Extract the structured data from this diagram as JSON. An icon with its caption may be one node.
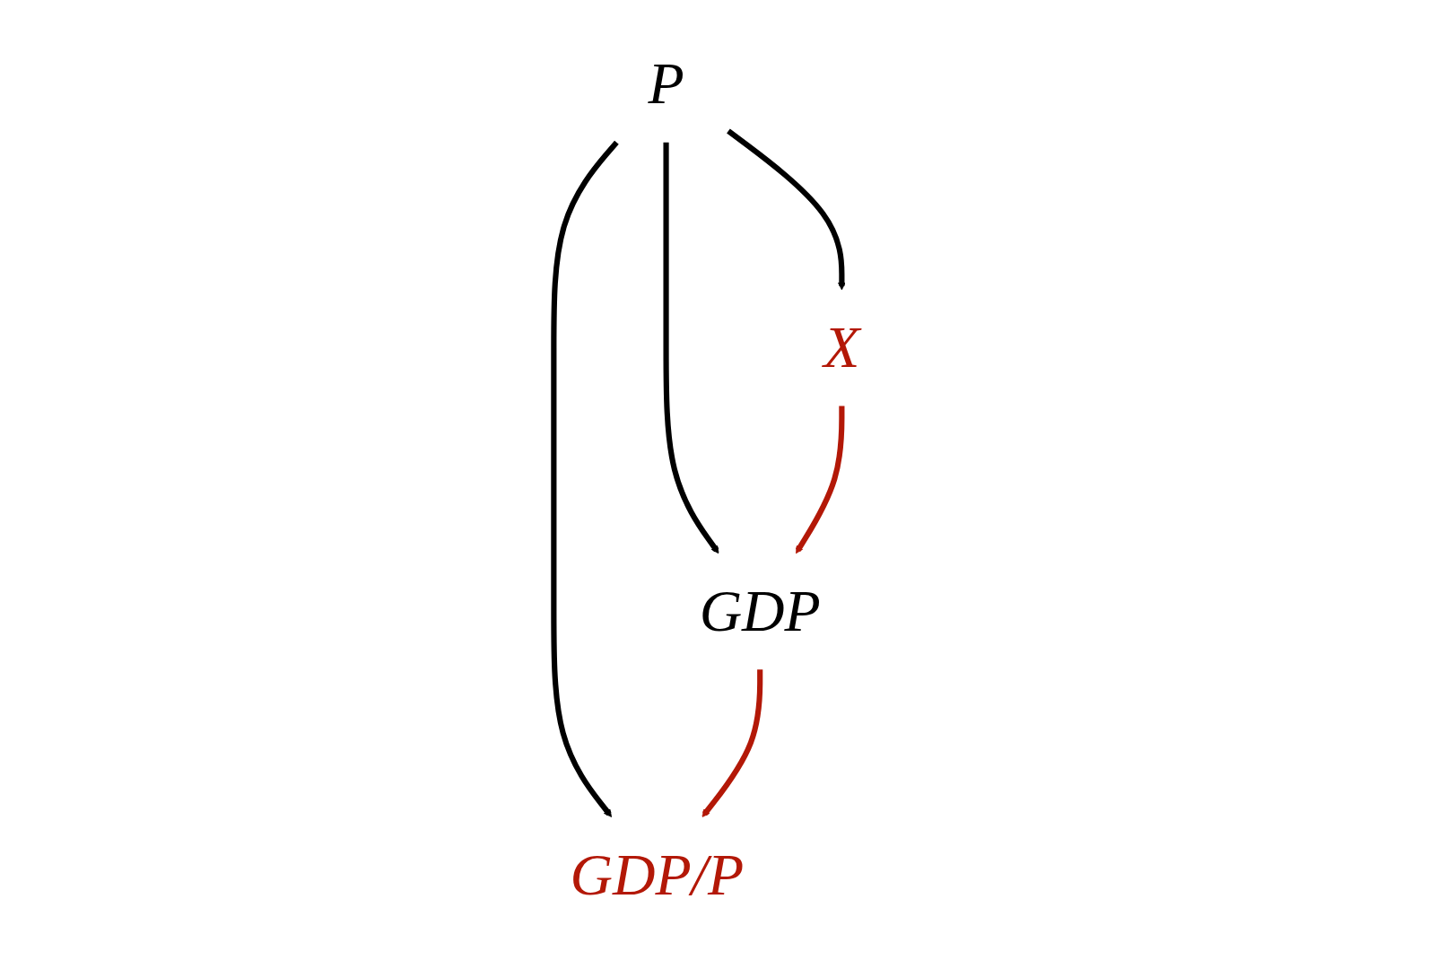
{
  "diagram": {
    "nodes": [
      {
        "text": [
          "P"
        ]
      },
      {
        "text": [
          "X"
        ]
      },
      {
        "text": [
          "GDP/P"
        ]
      },
      {
        "text": [
          "GDP"
        ]
      }
    ],
    "edges": [
      {
        "from": 0,
        "to": 1,
        "arrow": "to"
      },
      {
        "from": 0,
        "to": 2,
        "arrow": "to"
      },
      {
        "from": 0,
        "to": 3,
        "arrow": "to"
      },
      {
        "from": 1,
        "to": 3,
        "arrow": "to",
        "color": "#b31807"
      },
      {
        "from": 3,
        "to": 2,
        "arrow": "to",
        "color": "#b31807"
      }
    ]
  }
}
